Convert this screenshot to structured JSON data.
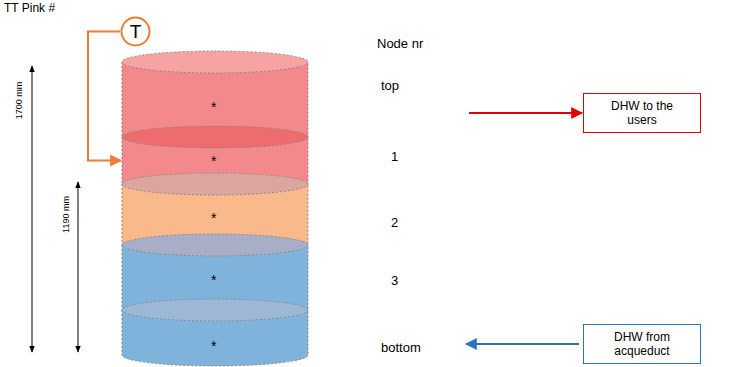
{
  "diagram": {
    "nodes": [
      {
        "text": [
          "T"
        ]
      },
      {
        "text": [
          "*",
          "top"
        ]
      },
      {
        "text": [
          "DHW to the users"
        ]
      },
      {
        "text": [
          "*",
          "1"
        ]
      },
      {
        "text": [
          "*",
          "2"
        ]
      },
      {
        "text": [
          "*",
          "3"
        ]
      },
      {
        "text": [
          "*",
          "bottom"
        ]
      },
      {
        "text": [
          "DHW from acqueduct"
        ]
      }
    ],
    "edges": [
      {
        "from": 1,
        "to": 2,
        "arrow": "to"
      },
      {
        "from": 7,
        "to": 6,
        "arrow": "to"
      },
      {
        "from": 0,
        "to": 3,
        "arrow": "to"
      }
    ],
    "labels": [
      "TT Pink #",
      "1700 mm",
      "1190 mm",
      "Node nr"
    ]
  }
}
